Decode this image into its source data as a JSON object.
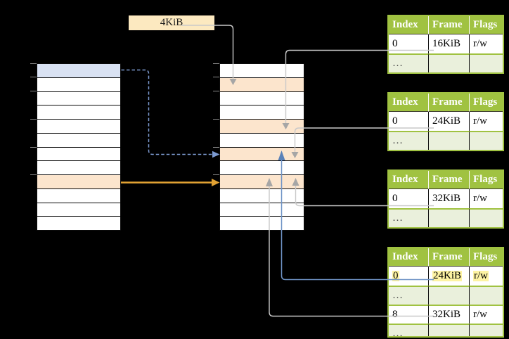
{
  "canvas": {
    "bg": "#000000"
  },
  "size_label": {
    "text": "4KiB",
    "fill": "#fce9c0",
    "text_color": "#1a1a1a"
  },
  "colors": {
    "row_white": "#ffffff",
    "row_blue": "#d9e2f3",
    "row_orange": "#fce5cd",
    "table_border": "#0a0a0a",
    "tick": "#8c8c8c",
    "header_green": "#a0c241",
    "row_pale_green": "#eaf0dc",
    "highlight_yellow": "#fdf3a3",
    "header_text": "#ffffff",
    "cell_text": "#000000",
    "ellipsis_text": "#4a4a4a",
    "header_divider": "#f8f8ef",
    "body_divider": "#161616",
    "header_bottom_line": "#3c3c2c",
    "connector_gray": "#c9c9c9",
    "arrow_gray": "#a6a6a6",
    "connector_blue": "#6f93c6",
    "arrow_blue": "#5a81b8",
    "connector_blue_dashed": "#7d9bd2",
    "arrow_orange": "#e2a233"
  },
  "left_table": {
    "row_count": 12,
    "blue_rows": [
      0
    ],
    "orange_rows": [
      8
    ],
    "tick_rows": [
      0,
      1,
      2,
      4,
      6,
      8
    ]
  },
  "middle_table": {
    "row_count": 12,
    "orange_rows": [
      1,
      4,
      6,
      8
    ],
    "tick_rows": [
      0,
      1,
      2,
      4,
      6,
      8
    ]
  },
  "page_tables": [
    {
      "headers": [
        "Index",
        "Frame",
        "Flags"
      ],
      "rows": [
        {
          "cells": [
            "0",
            "16KiB",
            "r/w"
          ]
        },
        {
          "cells": [
            "…",
            "",
            ""
          ],
          "shaded": true
        }
      ]
    },
    {
      "headers": [
        "Index",
        "Frame",
        "Flags"
      ],
      "rows": [
        {
          "cells": [
            "0",
            "24KiB",
            "r/w"
          ]
        },
        {
          "cells": [
            "…",
            "",
            ""
          ],
          "shaded": true
        }
      ]
    },
    {
      "headers": [
        "Index",
        "Frame",
        "Flags"
      ],
      "rows": [
        {
          "cells": [
            "0",
            "32KiB",
            "r/w"
          ]
        },
        {
          "cells": [
            "…",
            "",
            ""
          ],
          "shaded": true
        }
      ]
    },
    {
      "headers": [
        "Index",
        "Frame",
        "Flags"
      ],
      "rows": [
        {
          "cells": [
            "0",
            "24KiB",
            "r/w"
          ],
          "highlighted": true
        },
        {
          "cells": [
            "…",
            "",
            ""
          ],
          "shaded": true
        },
        {
          "cells": [
            "8",
            "32KiB",
            "r/w"
          ]
        },
        {
          "cells": [
            "…",
            "",
            ""
          ],
          "shaded": true
        }
      ]
    }
  ]
}
